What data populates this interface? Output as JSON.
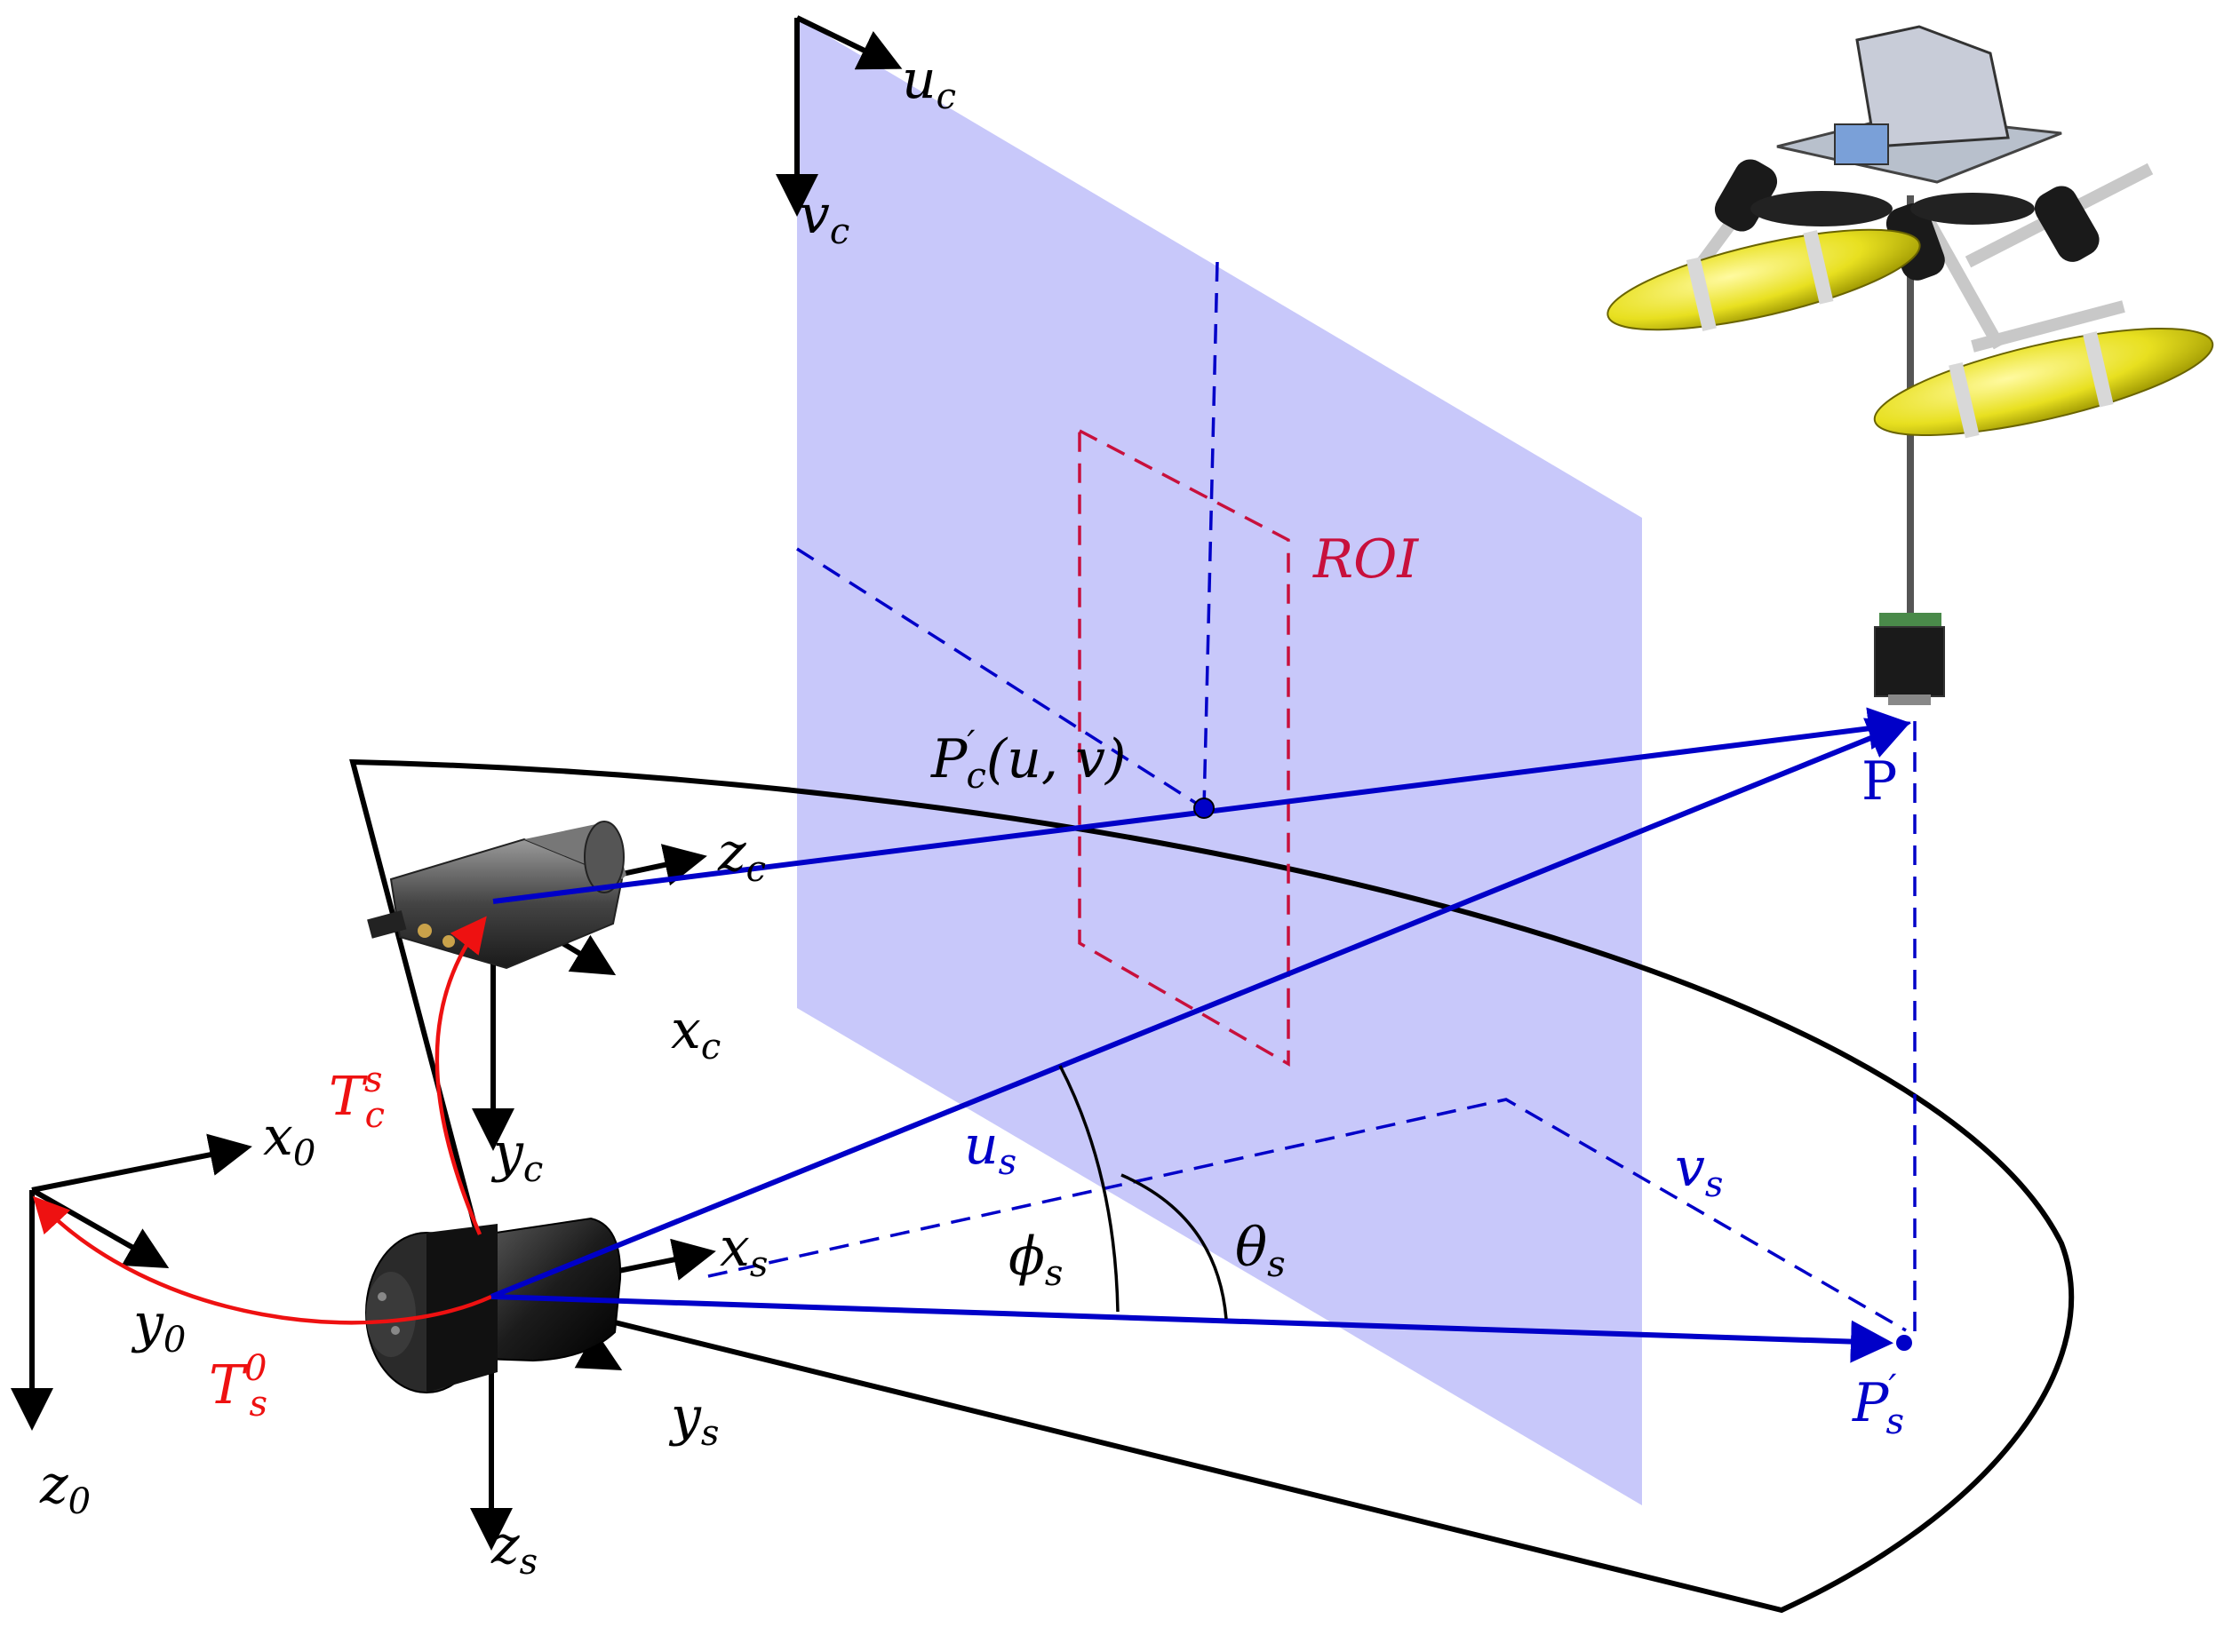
{
  "colors": {
    "axis": "#000000",
    "projection": "#0000c8",
    "transform": "#ee1111",
    "roi": "#c8103c",
    "image_plane": "#c8c8fa",
    "float": "#e8e020"
  },
  "labels": {
    "uc": {
      "base": "u",
      "sub": "c"
    },
    "vc": {
      "base": "v",
      "sub": "c"
    },
    "zc": {
      "base": "z",
      "sub": "c"
    },
    "xc": {
      "base": "x",
      "sub": "c"
    },
    "yc": {
      "base": "y",
      "sub": "c"
    },
    "x0": {
      "base": "x",
      "sub": "0"
    },
    "y0": {
      "base": "y",
      "sub": "0"
    },
    "z0": {
      "base": "z",
      "sub": "0"
    },
    "xs": {
      "base": "x",
      "sub": "s"
    },
    "ys": {
      "base": "y",
      "sub": "s"
    },
    "zs": {
      "base": "z",
      "sub": "s"
    },
    "us": {
      "base": "u",
      "sub": "s"
    },
    "vs": {
      "base": "v",
      "sub": "s"
    },
    "phis": {
      "base": "ϕ",
      "sub": "s"
    },
    "thetas": {
      "base": "θ",
      "sub": "s"
    },
    "roi": "ROI",
    "P": "P",
    "Pc": {
      "base": "P",
      "sup": "′",
      "sub": "c",
      "rest": "(u, v)"
    },
    "Ps": {
      "base": "P",
      "sup": "′",
      "sub": "s"
    },
    "Tcs": {
      "base": "T",
      "sup": "s",
      "sub": "c"
    },
    "Ts0": {
      "base": "T",
      "sup": "0",
      "sub": "s"
    }
  },
  "icons": [
    "camera-icon",
    "sonar-icon",
    "underwater-vehicle-icon",
    "target-camera-icon"
  ]
}
